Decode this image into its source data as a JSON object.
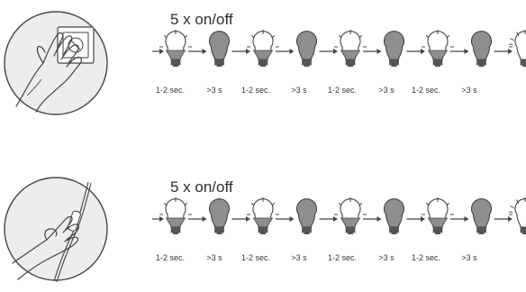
{
  "panels": [
    {
      "id": "wall-switch",
      "title": "5 x on/off",
      "illustration": "hand-pressing-wall-switch-icon",
      "sequence": [
        "on",
        "off",
        "on",
        "off",
        "on",
        "off",
        "on",
        "off",
        "flash"
      ],
      "timings": [
        "1-2 sec.",
        ">3 s",
        "1-2 sec.",
        ">3 s",
        "1-2 sec.",
        ">3 s",
        "1-2 sec.",
        ">3 s"
      ]
    },
    {
      "id": "cord-switch",
      "title": "5 x on/off",
      "illustration": "hand-holding-cord-switch-icon",
      "sequence": [
        "on",
        "off",
        "on",
        "off",
        "on",
        "off",
        "on",
        "off",
        "flash"
      ],
      "timings": [
        "1-2 sec.",
        ">3 s",
        "1-2 sec.",
        ">3 s",
        "1-2 sec.",
        ">3 s",
        "1-2 sec.",
        ">3 s"
      ]
    }
  ],
  "colors": {
    "stroke": "#444444",
    "off_fill": "#8e8e8e",
    "circle_fill": "#ededed",
    "text": "#333333"
  }
}
